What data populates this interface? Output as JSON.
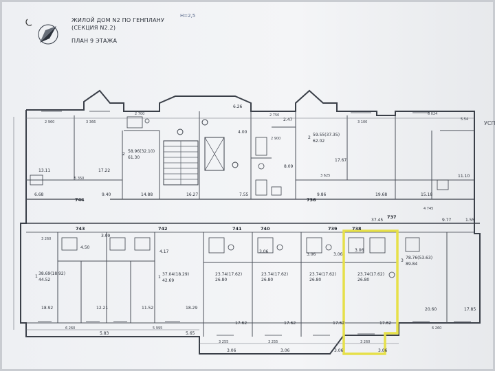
{
  "header": {
    "title_line1": "ЖИЛОЙ ДОМ N2 ПО ГЕНПЛАНУ",
    "title_line2": "(СЕКЦИЯ N2.2)",
    "plan_label": "ПЛАН 9 ЭТАЖА",
    "hand_annotation": "Н=2,5",
    "side_label": "УСП"
  },
  "units_upper": [
    "744",
    "736",
    "737"
  ],
  "units_lower": [
    "743",
    "742",
    "741",
    "740",
    "739",
    "738"
  ],
  "apartments": {
    "a1": {
      "prefix": "2",
      "living": "58.96(32.10)",
      "total": "61.30"
    },
    "a2": {
      "prefix": "2",
      "living": "59.55(37.35)",
      "total": "62.02"
    },
    "b1": {
      "prefix": "1",
      "living": "38.69(18.92)",
      "total": "44.52"
    },
    "b2": {
      "prefix": "1",
      "living": "37.04(18.29)",
      "total": "42.69"
    },
    "s1": {
      "living": "23.74(17.62)",
      "total": "26.80"
    },
    "s2": {
      "living": "23.74(17.62)",
      "total": "26.80"
    },
    "s3": {
      "living": "23.74(17.62)",
      "total": "26.80"
    },
    "s4": {
      "living": "23.74(17.62)",
      "total": "26.80"
    },
    "c1": {
      "prefix": "3",
      "living": "78.76(53.63)",
      "total": "89.84"
    }
  },
  "rooms_upper": [
    "13.11",
    "17.22",
    "14.88",
    "16.27",
    "7.55",
    "9.86",
    "19.68",
    "15.18",
    "11.10",
    "9.40",
    "6.26",
    "4.00",
    "8.09",
    "17.67",
    "6.68",
    "2.47"
  ],
  "rooms_lower": [
    "18.92",
    "12.21",
    "11.52",
    "18.29",
    "17.62",
    "17.62",
    "17.62",
    "17.62",
    "20.60",
    "17.85",
    "4.50",
    "3.09",
    "4.17",
    "37.45",
    "9.77",
    "1.55",
    "3.06",
    "3.06",
    "3.06",
    "3.06",
    "5.83",
    "5.65"
  ],
  "dims_top": [
    "2 700",
    "2 750",
    "6 024",
    "5.54",
    "2 960",
    "3 366",
    "3 625",
    "5 350",
    "3 260",
    "2 900",
    "3 100",
    "4 745"
  ],
  "dims_bottom": [
    "6 260",
    "5 995",
    "3 255",
    "3 255",
    "3 260",
    "6 260",
    "3.06",
    "3.06",
    "3.06",
    "3.06"
  ]
}
